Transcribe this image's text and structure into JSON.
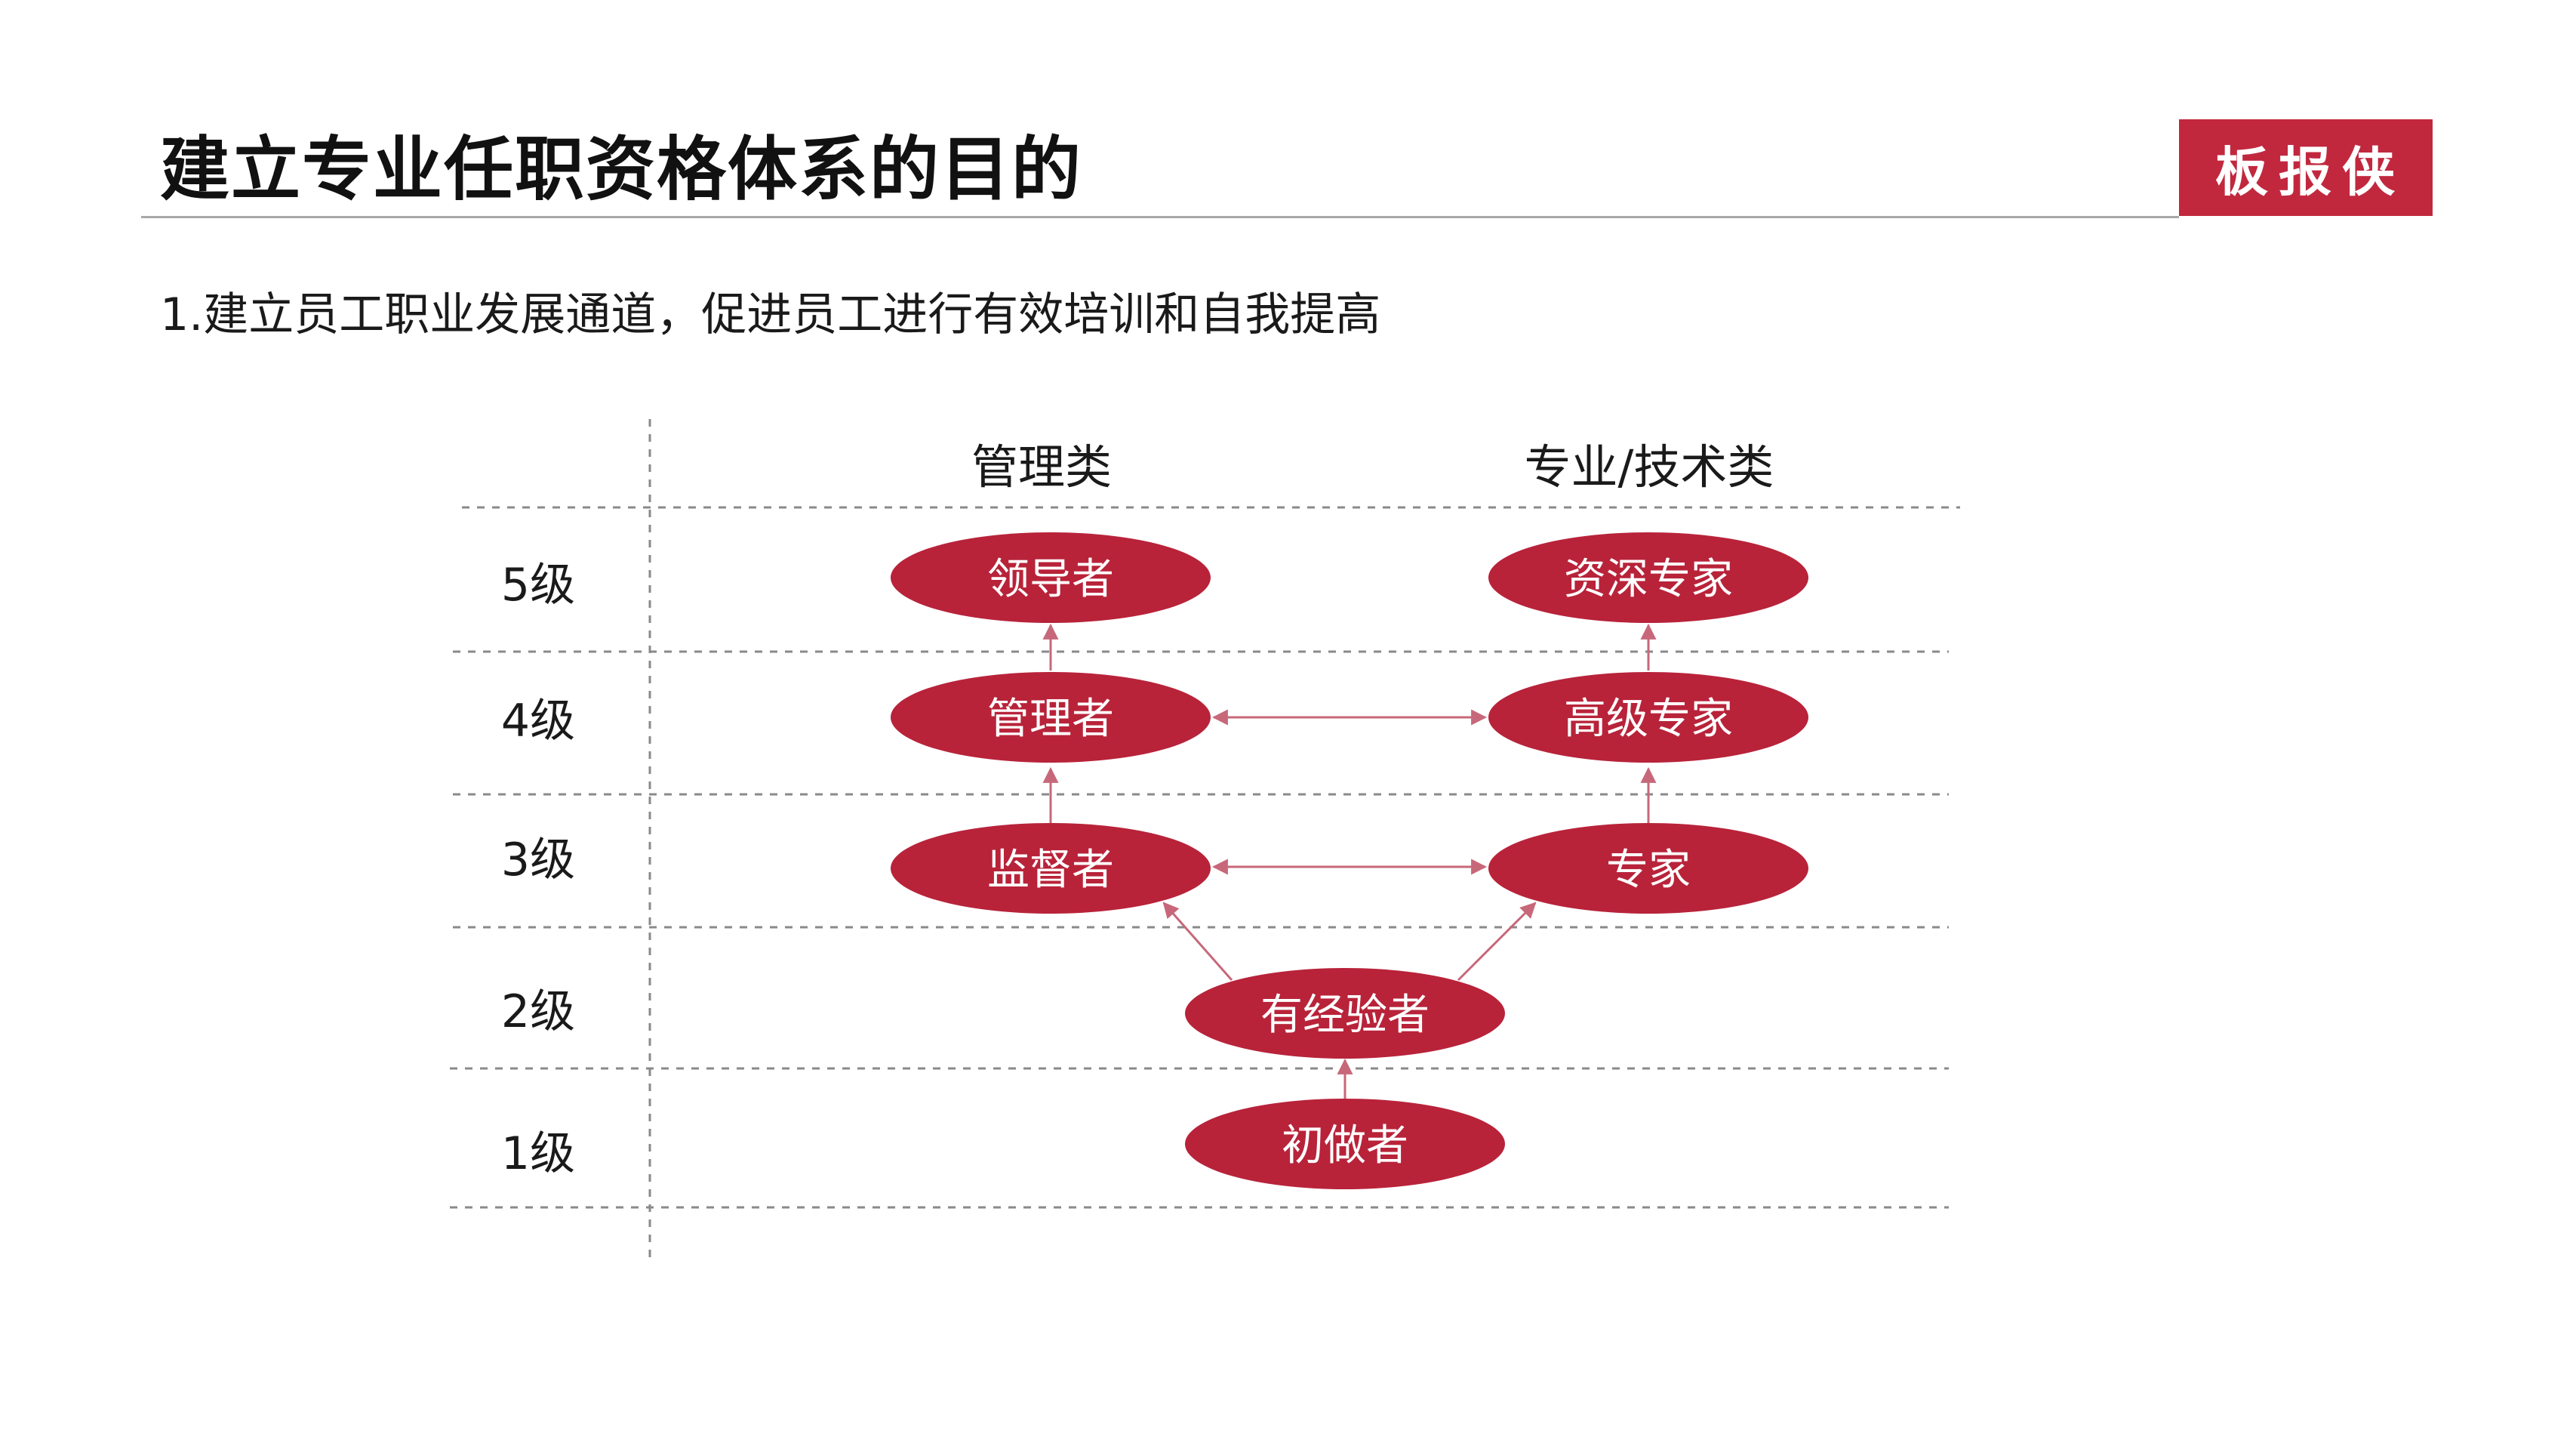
{
  "title": "建立专业任职资格体系的目的",
  "brand": "板报侠",
  "subtitle": "1.建立员工职业发展通道，促进员工进行有效培训和自我提高",
  "colors": {
    "accent": "#c1283e",
    "node_fill": "#b8233a",
    "arrow": "#c7687a",
    "grid": "#8a8a8a"
  },
  "columns": {
    "management": "管理类",
    "professional": "专业/技术类"
  },
  "levels": [
    "5级",
    "4级",
    "3级",
    "2级",
    "1级"
  ],
  "nodes": {
    "leader": "领导者",
    "manager": "管理者",
    "supervisor": "监督者",
    "senior_expert": "资深专家",
    "advanced_expert": "高级专家",
    "expert": "专家",
    "experienced": "有经验者",
    "beginner": "初做者"
  }
}
